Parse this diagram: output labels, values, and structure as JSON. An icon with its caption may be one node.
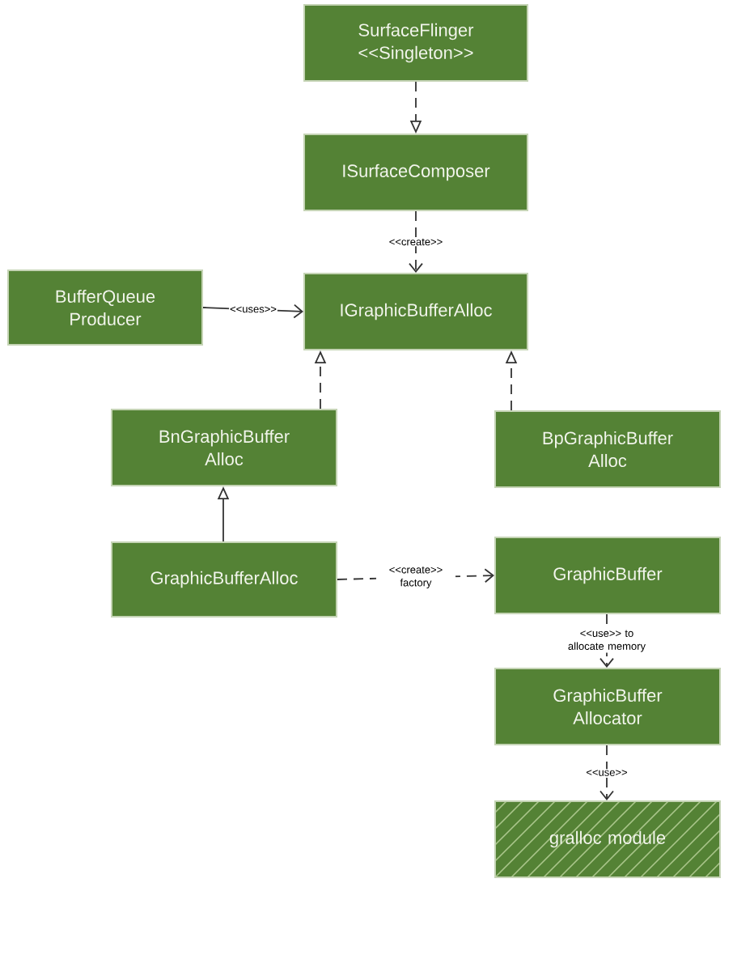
{
  "diagram": {
    "nodes": [
      {
        "text": [
          "SurfaceFlinger",
          "<<Singleton>>"
        ]
      },
      {
        "text": [
          "ISurfaceComposer"
        ]
      },
      {
        "text": [
          "BufferQueue Producer"
        ]
      },
      {
        "text": [
          "IGraphicBufferAlloc"
        ]
      },
      {
        "text": [
          "BnGraphicBuffer Alloc"
        ]
      },
      {
        "text": [
          "BpGraphicBuffer Alloc"
        ]
      },
      {
        "text": [
          "GraphicBufferAlloc"
        ]
      },
      {
        "text": [
          "GraphicBuffer"
        ]
      },
      {
        "text": [
          "GraphicBuffer Allocator"
        ]
      },
      {
        "text": [
          "gralloc module"
        ]
      }
    ],
    "edges": [
      {
        "from": 0,
        "to": 1,
        "arrow": "to",
        "style": "dashed"
      },
      {
        "from": 1,
        "to": 3,
        "arrow": "to",
        "style": "dashed",
        "label": "<<create>>"
      },
      {
        "from": 2,
        "to": 3,
        "arrow": "to",
        "label": "<<uses>>"
      },
      {
        "from": 4,
        "to": 3,
        "arrow": "to",
        "style": "dashed"
      },
      {
        "from": 5,
        "to": 3,
        "arrow": "to",
        "style": "dashed"
      },
      {
        "from": 6,
        "to": 4,
        "arrow": "to"
      },
      {
        "from": 6,
        "to": 7,
        "arrow": "to",
        "style": "dashed",
        "label": "<<create>> factory"
      },
      {
        "from": 7,
        "to": 8,
        "arrow": "to",
        "style": "dashed",
        "label": "<<use>> to allocate memory"
      },
      {
        "from": 8,
        "to": 9,
        "arrow": "to",
        "style": "dashed",
        "label": "<<use>>"
      }
    ]
  }
}
